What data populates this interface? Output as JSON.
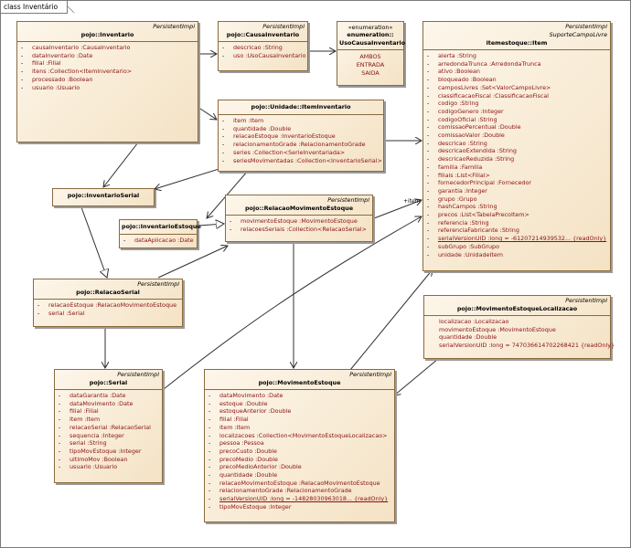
{
  "frame": {
    "title": "class Inventário"
  },
  "classes": {
    "inventario": {
      "stereotype": "PersistentImpl",
      "name": "pojo::Inventario",
      "attrs": [
        "causaInventario  :CausaInventario",
        "dataInventario  :Date",
        "filial  :Filial",
        "itens  :Collection<ItemInventario>",
        "processado  :Boolean",
        "usuario  :Usuario"
      ]
    },
    "causaInventario": {
      "stereotype": "PersistentImpl",
      "name": "pojo::CausaInventario",
      "attrs": [
        "descricao  :String",
        "uso  :UsoCausaInventario"
      ]
    },
    "usoCausa": {
      "stereotype": "«enumeration»",
      "name": "enumeration::",
      "name2": "UsoCausaInventario",
      "literals": [
        "AMBOS",
        "ENTRADA",
        "SAIDA"
      ]
    },
    "itemEstoque": {
      "stereotype": "PersistentImpl",
      "stereotype2": "SuporteCampoLivre",
      "name": "itemestoque::Item",
      "attrs": [
        "alerta  :String",
        "arredondaTrunca  :ArredondaTrunca",
        "ativo  :Boolean",
        "bloqueado  :Boolean",
        "camposLivres  :Set<ValorCampoLivre>",
        "classificacaoFiscal  :ClassificacaoFiscal",
        "codigo  :String",
        "codigoGenero  :Integer",
        "codigoOficial  :String",
        "comissaoPercentual  :Double",
        "comissaoValor  :Double",
        "descricao  :String",
        "descricaoExtendida  :String",
        "descricaoReduzida  :String",
        "familia  :Familia",
        "filiais  :List<Filial>",
        "fornecedorPrincipal  :Fornecedor",
        "garantia  :Integer",
        "grupo  :Grupo",
        "hashCampos  :String",
        "precos  :List<TabelaPrecoItem>",
        "referencia  :String",
        "referenciaFabricante  :String",
        "serialVersionUID  :long = -61207214939532... {readOnly}",
        "subGrupo  :SubGrupo",
        "unidade  :UnidadeItem"
      ]
    },
    "itemInventario": {
      "name": "pojo::Unidade::ItemInventario",
      "attrs": [
        "item  :Item",
        "quantidade  :Double",
        "relacaoEstoque  :InventarioEstoque",
        "relacionamentoGrade  :RelacionamentoGrade",
        "series  :Collection<SerieInventariada>",
        "seriesMovimentadas  :Collection<InventarioSerial>"
      ]
    },
    "inventarioSerial": {
      "name": "pojo::InventarioSerial"
    },
    "inventarioEstoque": {
      "name": "pojo::InventarioEstoque",
      "attrs": [
        "dataAplicacao  :Date"
      ]
    },
    "relacaoMovimentoEstoque": {
      "stereotype": "PersistentImpl",
      "name": "pojo::RelacaoMovimentoEstoque",
      "attrs": [
        "movimentoEstoque  :MovimentoEstoque",
        "relacoesSeriais  :Collection<RelacaoSerial>"
      ]
    },
    "relacaoSerial": {
      "stereotype": "PersistentImpl",
      "name": "pojo::RelacaoSerial",
      "attrs": [
        "relacaoEstoque  :RelacaoMovimentoEstoque",
        "serial  :Serial"
      ]
    },
    "serial": {
      "stereotype": "PersistentImpl",
      "name": "pojo::Serial",
      "attrs": [
        "dataGarantia  :Date",
        "dataMovimento  :Date",
        "filial  :Filial",
        "item  :Item",
        "relacaoSerial  :RelacaoSerial",
        "sequencia  :Integer",
        "serial  :String",
        "tipoMovEstoque  :Integer",
        "ultimoMov  :Boolean",
        "usuario  :Usuario"
      ]
    },
    "movimentoEstoque": {
      "stereotype": "PersistentImpl",
      "name": "pojo::MovimentoEstoque",
      "attrs": [
        "dataMovimento  :Date",
        "estoque  :Double",
        "estoqueAnterior  :Double",
        "filial  :Filial",
        "item  :Item",
        "localizacoes  :Collection<MovimentoEstoqueLocalizacao>",
        "pessoa  :Pessoa",
        "precoCusto  :Double",
        "precoMedio  :Double",
        "precoMedioAnterior  :Double",
        "quantidade  :Double",
        "relacaoMovimentoEstoque  :RelacaoMovimentoEstoque",
        "relacionamentoGrade  :RelacionamentoGrade",
        "serialVersionUID  :long = -14828030963018... {readOnly}",
        "tipoMovEstoque  :Integer"
      ]
    },
    "movEstLocalizacao": {
      "stereotype": "PersistentImpl",
      "name": "pojo::MovimentoEstoqueLocalizacao",
      "attrs": [
        "localizacao  :Localizacao",
        "movimentoEstoque  :MovimentoEstoque",
        "quantidade  :Double",
        "serialVersionUID  :long = 747036614702268421 {readOnly}"
      ]
    }
  },
  "edge_labels": {
    "item_role": "+item"
  },
  "colors": {
    "box_fill": "#f4e2c4",
    "box_border": "#8b6a3e",
    "attr_text": "#8a1212",
    "edge": "#303030"
  }
}
